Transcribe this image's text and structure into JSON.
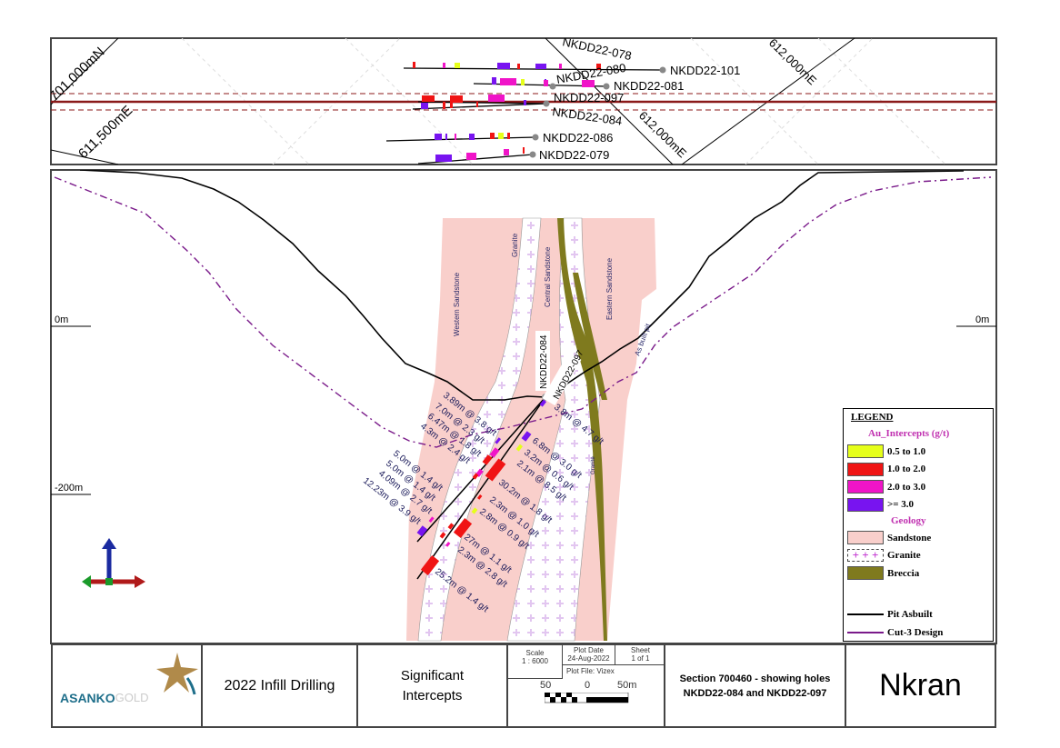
{
  "plan_view": {
    "grid_labels": [
      "701,000mN",
      "611,500mE",
      "612,000mE",
      "612,000mE"
    ],
    "holes": [
      "NKDD22-078",
      "NKDD22-101",
      "NKDD22-080",
      "NKDD22-081",
      "NKDD22-097",
      "NKDD22-084",
      "NKDD22-086",
      "NKDD22-079"
    ]
  },
  "section": {
    "elevation_labels": {
      "zero_left": "0m",
      "zero_right": "0m",
      "minus200": "-200m"
    },
    "unit_labels": [
      "Western Sandstone",
      "Granite",
      "Central Sandstone",
      "Eastern Sandstone",
      "As built pit",
      "Granite"
    ],
    "hole_labels": [
      "NKDD22-084",
      "NKDD22-097"
    ],
    "intercepts_left": [
      "3.89m @ 3.8 g/t",
      "7.0m @ 2.3 g/t",
      "6.47m @ 1.8 g/t",
      "4.3m @ 2.4 g/t",
      "5.0m @ 1.4 g/t",
      "5.0m @ 1.4 g/t",
      "4.09m @ 2.7 g/t",
      "12.23m @ 3.9 g/t"
    ],
    "intercepts_right": [
      "3.8m @ 4.7 g/t",
      "6.8m @ 3.0 g/t",
      "3.2m @ 0.6 g/t",
      "2.1m @ 8.5 g/t",
      "30.2m @ 1.8 g/t",
      "2.3m @ 1.0 g/t",
      "2.8m @ 0.9 g/t",
      "27m @ 1.1 g/t",
      "2.3m @ 2.8 g/t",
      "25.2m @ 1.4 g/t"
    ]
  },
  "legend": {
    "title": "LEGEND",
    "au_heading": "Au_Intercepts (g/t)",
    "au_items": [
      {
        "label": "0.5 to 1.0",
        "color": "#e6ff1a"
      },
      {
        "label": "1.0 to 2.0",
        "color": "#f01414"
      },
      {
        "label": "2.0 to 3.0",
        "color": "#f014c8"
      },
      {
        "label": ">= 3.0",
        "color": "#7814f0"
      }
    ],
    "geology_heading": "Geology",
    "geology_items": [
      {
        "label": "Sandstone",
        "color": "#f9cfcb"
      },
      {
        "label": "Granite",
        "color": "#ffffff"
      },
      {
        "label": "Breccia",
        "color": "#7f7a1e"
      }
    ],
    "lines": [
      {
        "label": "Pit Asbuilt",
        "color": "#000000"
      },
      {
        "label": "Cut-3 Design",
        "color": "#7a1a8a"
      }
    ]
  },
  "title_block": {
    "logo_text_bold": "ASANKO",
    "logo_text_light": "GOLD",
    "project": "2022 Infill Drilling",
    "subject_line1": "Significant",
    "subject_line2": "Intercepts",
    "scale_label": "Scale",
    "scale_value": "1 : 6000",
    "plot_date_label": "Plot Date",
    "plot_date_value": "24-Aug-2022",
    "sheet_label": "Sheet",
    "sheet_value": "1 of 1",
    "plot_file": "Plot File: Vizex",
    "scalebar_labels": [
      "50",
      "0",
      "50m"
    ],
    "section_line1": "Section 700460 - showing holes",
    "section_line2": "NKDD22-084 and NKDD22-097",
    "deposit": "Nkran"
  }
}
